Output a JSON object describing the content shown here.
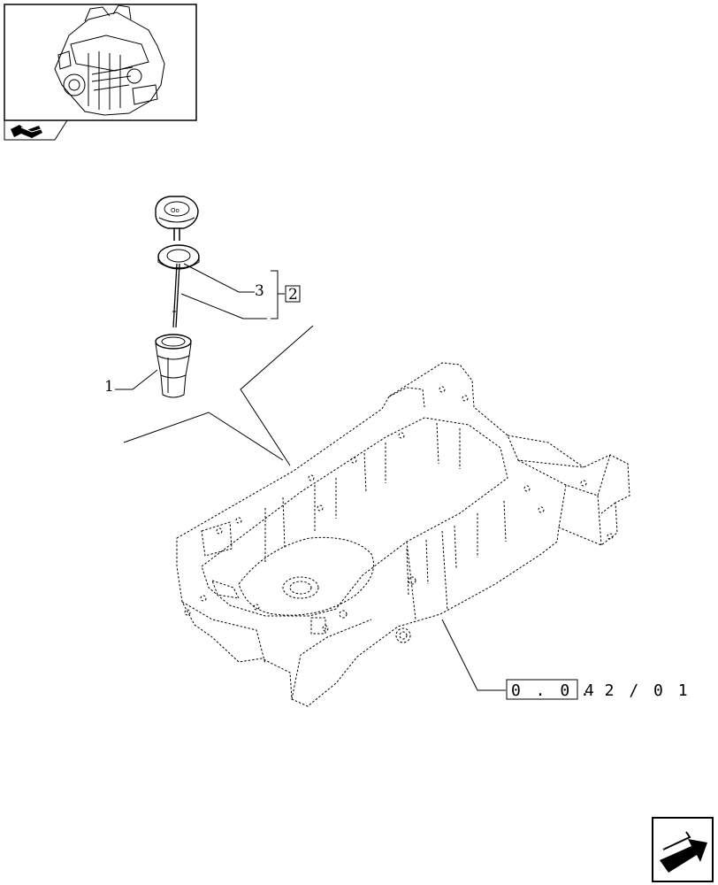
{
  "thumbnail": {
    "icon": "engine-thumbnail"
  },
  "nav_tab": {
    "icon": "book-arrow-icon"
  },
  "callouts": {
    "part_1": "1",
    "part_3": "3",
    "part_2_boxed": "2"
  },
  "reference": {
    "boxed": "0 . 0 4",
    "rest": ". 2 / 0 1"
  },
  "next_button": {
    "icon": "next-page-arrow-icon"
  }
}
